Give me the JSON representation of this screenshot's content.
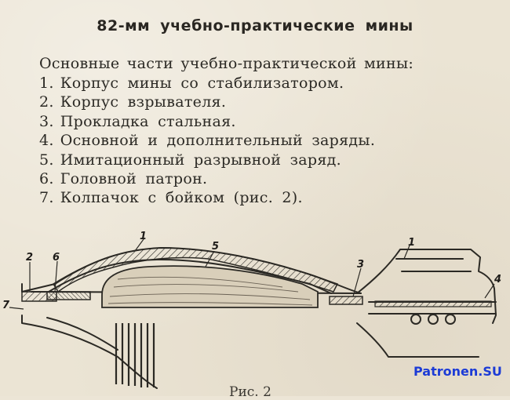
{
  "title": "82-мм  учебно-практические  мины",
  "intro": "Основные части учебно-практической мины:",
  "parts": [
    {
      "num": "1.",
      "text": "Корпус мины со стабилизатором."
    },
    {
      "num": "2.",
      "text": "Корпус взрывателя."
    },
    {
      "num": "3.",
      "text": "Прокладка стальная."
    },
    {
      "num": "4.",
      "text": "Основной и дополнительный заряды."
    },
    {
      "num": "5.",
      "text": "Имитационный разрывной заряд."
    },
    {
      "num": "6.",
      "text": "Головной патрон."
    },
    {
      "num": "7.",
      "text": "Колпачок с бойком (рис. 2)."
    }
  ],
  "figure": {
    "callouts": {
      "c1a": "1",
      "c1b": "1",
      "c2": "2",
      "c3": "3",
      "c4": "4",
      "c5": "5",
      "c6": "6",
      "c7": "7"
    },
    "caption": "Рис. 2"
  },
  "watermark": "Patronen.SU"
}
